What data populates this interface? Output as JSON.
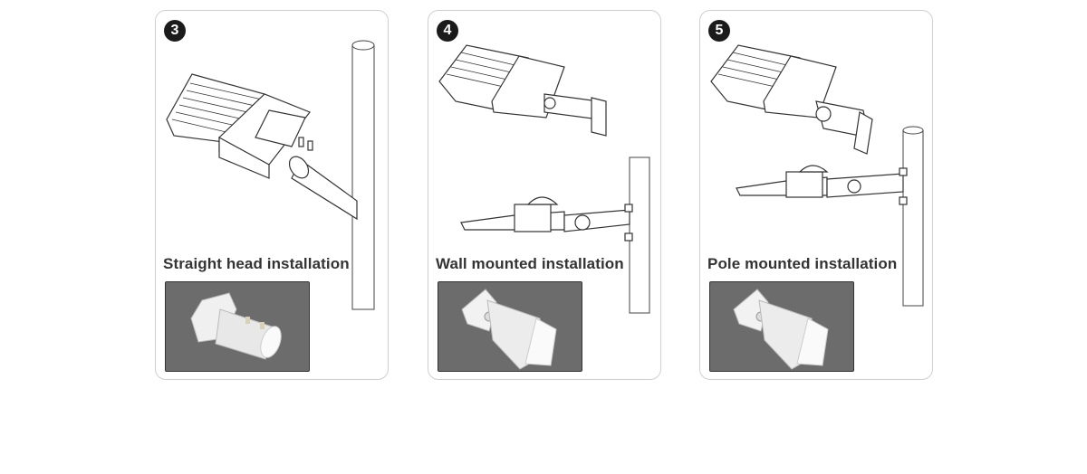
{
  "steps": [
    {
      "number": "3",
      "caption": "Straight head installation"
    },
    {
      "number": "4",
      "caption": "Wall mounted installation"
    },
    {
      "number": "5",
      "caption": "Pole mounted installation"
    }
  ],
  "colors": {
    "badge": "#1b1b1b",
    "photo_bg": "#6c6c6c",
    "border": "#cfcfcf"
  }
}
